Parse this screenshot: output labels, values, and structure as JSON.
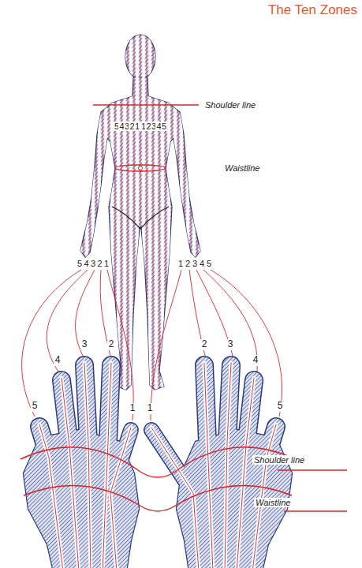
{
  "diagram": {
    "title": "The Ten Zones",
    "labels": [
      "Shoulder line",
      "5",
      "4",
      "3",
      "2",
      "1",
      "1",
      "2",
      "3",
      "4",
      "5",
      "Waistline",
      "5",
      "4",
      "3",
      "2",
      "1",
      "1",
      "2",
      "3",
      "4",
      "5",
      "5",
      "4",
      "3",
      "2",
      "1",
      "1",
      "2",
      "3",
      "4",
      "5",
      "Shoulder line",
      "Waistline"
    ]
  }
}
